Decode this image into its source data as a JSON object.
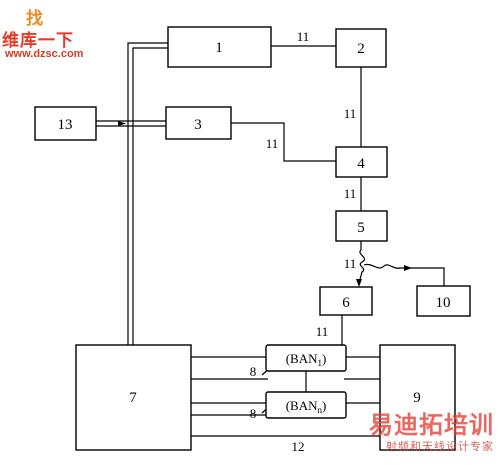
{
  "watermark_top": {
    "line1": "找",
    "line2": "维库一下",
    "url": "www.dzsc.com"
  },
  "watermark_bottom": {
    "line1": "易迪拓培训",
    "line2": "射频和天线设计专家"
  },
  "blocks": {
    "b1": "1",
    "b2": "2",
    "b3": "3",
    "b4": "4",
    "b5": "5",
    "b6": "6",
    "b7": "7",
    "b9": "9",
    "b10": "10",
    "b13": "13",
    "ban1_main": "(BAN",
    "ban1_sub": "1",
    "ban1_close": ")",
    "bann_main": "(BAN",
    "bann_sub": "n",
    "bann_close": ")"
  },
  "connectors": {
    "c11_1_2": "11",
    "c11_2_4": "11",
    "c11_3_4": "11",
    "c11_4_5": "11",
    "c11_5_6": "11",
    "c11_6_ban": "11",
    "c8_ban1": "8",
    "c8_bann": "8",
    "c12": "12"
  }
}
